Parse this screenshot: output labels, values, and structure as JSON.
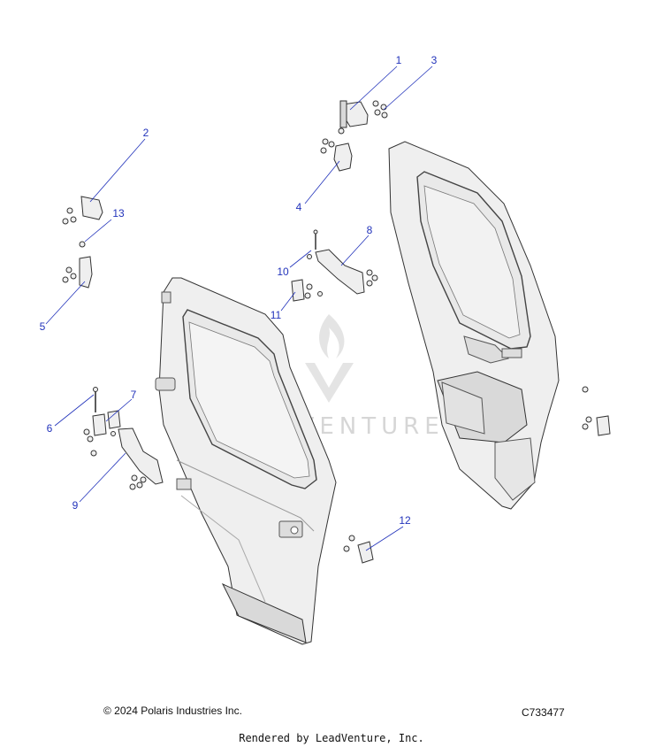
{
  "callouts": [
    {
      "id": "1",
      "label": "1"
    },
    {
      "id": "2",
      "label": "2"
    },
    {
      "id": "3",
      "label": "3"
    },
    {
      "id": "4",
      "label": "4"
    },
    {
      "id": "5",
      "label": "5"
    },
    {
      "id": "6",
      "label": "6"
    },
    {
      "id": "7",
      "label": "7"
    },
    {
      "id": "8",
      "label": "8"
    },
    {
      "id": "9",
      "label": "9"
    },
    {
      "id": "10",
      "label": "10"
    },
    {
      "id": "11",
      "label": "11"
    },
    {
      "id": "12",
      "label": "12"
    },
    {
      "id": "13",
      "label": "13"
    }
  ],
  "watermark": {
    "text": "LEADVENTURE"
  },
  "footer": {
    "copyright": "© 2024 Polaris Industries Inc.",
    "diagram_code": "C733477",
    "rendered_by": "Rendered by LeadVenture, Inc."
  },
  "colors": {
    "callout": "#2233bb",
    "line": "#333333",
    "watermark": "#d6d6d6"
  }
}
